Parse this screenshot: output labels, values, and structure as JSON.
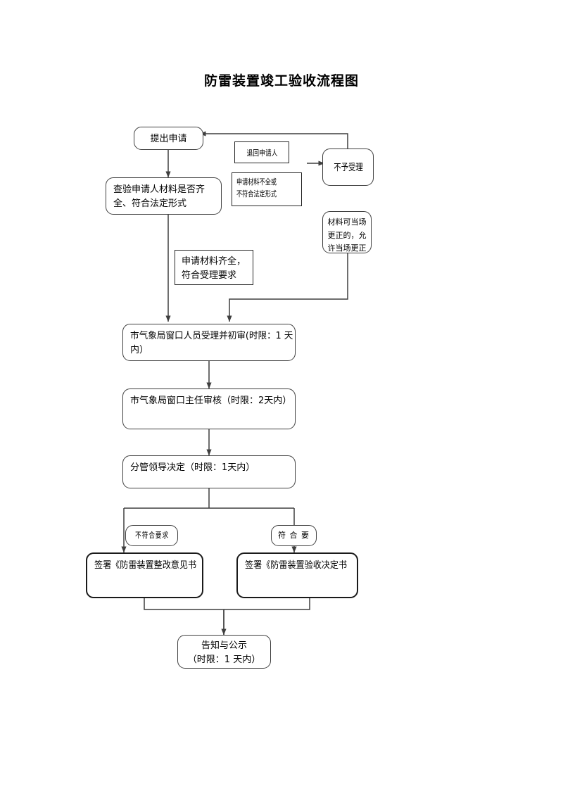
{
  "document": {
    "title": "防雷装置竣工验收流程图"
  },
  "chart_data": {
    "type": "diagram",
    "title": "防雷装置竣工验收流程图",
    "nodes": [
      {
        "id": "apply",
        "label": "提出申请",
        "shape": "rounded-rect"
      },
      {
        "id": "return",
        "label": "退回申请人",
        "shape": "rect"
      },
      {
        "id": "reject",
        "label": "不予受理",
        "shape": "rounded-rect"
      },
      {
        "id": "check",
        "label": "查验申请人材料是否齐全、符合法定形式",
        "shape": "rounded-rect",
        "lines": [
          "查验申请人材料是否齐",
          "全、符合法定形式"
        ]
      },
      {
        "id": "incomplete",
        "label": "申请材料不全或不符合法定形式",
        "shape": "rect",
        "lines": [
          "申请材料不全或",
          "不符合法定形式"
        ]
      },
      {
        "id": "correctable",
        "label": "材料可当场更正的，允许当场更正",
        "shape": "rounded-rect",
        "lines": [
          "材料可当场",
          "更正的，允",
          "许当场更正"
        ]
      },
      {
        "id": "complete",
        "label": "申请材料齐全，符合受理要求",
        "shape": "rect",
        "lines": [
          "申请材料齐全，",
          "符合受理要求"
        ]
      },
      {
        "id": "accept",
        "label": "市气象局窗口人员受理并初审(时限：1 天内）",
        "shape": "rounded-rect",
        "lines": [
          "市气象局窗口人员受理并初审(时限：1 天",
          "内）"
        ]
      },
      {
        "id": "review",
        "label": "市气象局窗口主任审核（时限：2天内）",
        "shape": "rounded-rect"
      },
      {
        "id": "decision",
        "label": "分管领导决定（时限：1天内）",
        "shape": "rounded-rect"
      },
      {
        "id": "nonconform",
        "label": "不符合要求",
        "shape": "rounded-rect"
      },
      {
        "id": "conform",
        "label": "符 合 要",
        "shape": "rounded-rect"
      },
      {
        "id": "rectify-doc",
        "label": "签署《防雷装置整改意见书",
        "shape": "rounded-rect"
      },
      {
        "id": "accept-doc",
        "label": "签署《防雷装置验收决定书",
        "shape": "rounded-rect"
      },
      {
        "id": "publicize",
        "label": "告知与公示（时限：1 天内）",
        "shape": "rounded-rect",
        "lines": [
          "告知与公示",
          "（时限：1 天内）"
        ]
      }
    ],
    "edges": [
      {
        "from": "apply",
        "to": "check"
      },
      {
        "from": "reject",
        "to": "apply",
        "note": "退回申请人"
      },
      {
        "from": "incomplete",
        "to": "reject"
      },
      {
        "from": "check",
        "to": "accept",
        "note": "申请材料齐全，符合受理要求"
      },
      {
        "from": "correctable",
        "to": "accept"
      },
      {
        "from": "accept",
        "to": "review"
      },
      {
        "from": "review",
        "to": "decision"
      },
      {
        "from": "decision",
        "to": "rectify-doc",
        "note": "不符合要求"
      },
      {
        "from": "decision",
        "to": "accept-doc",
        "note": "符合要求"
      },
      {
        "from": "rectify-doc",
        "to": "publicize"
      },
      {
        "from": "accept-doc",
        "to": "publicize"
      }
    ],
    "colors": {
      "stroke": "#3f3f3f",
      "stroke_dark": "#1a1a1a",
      "background": "#ffffff",
      "text": "#000000"
    }
  },
  "nodes": {
    "apply": {
      "line1": "提出申请"
    },
    "return": {
      "line1": "退回申请人"
    },
    "reject": {
      "line1": "不予受理"
    },
    "check": {
      "line1": "查验申请人材料是否齐",
      "line2": "全、符合法定形式"
    },
    "incomplete": {
      "line1": "申请材料不全或",
      "line2": "不符合法定形式"
    },
    "correctable": {
      "line1": "材料可当场",
      "line2": "更正的，允",
      "line3": "许当场更正"
    },
    "complete": {
      "line1": "申请材料齐全，",
      "line2": "符合受理要求"
    },
    "accept": {
      "line1": "市气象局窗口人员受理并初审(时限：1 天",
      "line2": "内）"
    },
    "review": {
      "line1": "市气象局窗口主任审核（时限：2天内）"
    },
    "decision": {
      "line1": "分管领导决定（时限：1天内）"
    },
    "nonconform": {
      "line1": "不符合要求"
    },
    "conform": {
      "line1": "符 合 要"
    },
    "rectifyDoc": {
      "line1": "签署《防雷装置整改意见书"
    },
    "acceptDoc": {
      "line1": "签署《防雷装置验收决定书"
    },
    "publicize": {
      "line1": "告知与公示",
      "line2": "（时限：1 天内）"
    }
  }
}
